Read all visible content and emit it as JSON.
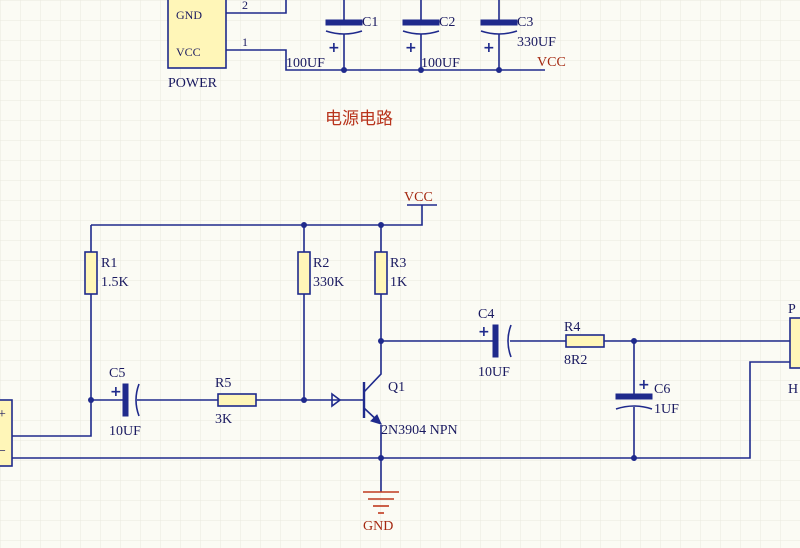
{
  "title": "电源电路",
  "nets": {
    "vcc_top": "VCC",
    "vcc_amp": "VCC",
    "gnd": "GND"
  },
  "power_connector": {
    "ref": "POWER",
    "pins": [
      {
        "name": "GND",
        "number": "2"
      },
      {
        "name": "VCC",
        "number": "1"
      }
    ]
  },
  "components": {
    "C1": {
      "ref": "C1",
      "value": "100UF"
    },
    "C2": {
      "ref": "C2",
      "value": "100UF"
    },
    "C3": {
      "ref": "C3",
      "value": "330UF"
    },
    "C4": {
      "ref": "C4",
      "value": "10UF"
    },
    "C5": {
      "ref": "C5",
      "value": "10UF"
    },
    "C6": {
      "ref": "C6",
      "value": "1UF"
    },
    "R1": {
      "ref": "R1",
      "value": "1.5K"
    },
    "R2": {
      "ref": "R2",
      "value": "330K"
    },
    "R3": {
      "ref": "R3",
      "value": "1K"
    },
    "R4": {
      "ref": "R4",
      "value": "8R2"
    },
    "R5": {
      "ref": "R5",
      "value": "3K"
    },
    "Q1": {
      "ref": "Q1",
      "value": "2N3904 NPN"
    }
  },
  "right_connector": {
    "top_label": "P",
    "bottom_label": "H"
  },
  "colors": {
    "background": "#fbfbf4",
    "grid": "#e9e8de",
    "wire": "#1f2a8c",
    "component_fill": "#fff6b8",
    "net_label": "#a42810",
    "title": "#b8341c"
  }
}
